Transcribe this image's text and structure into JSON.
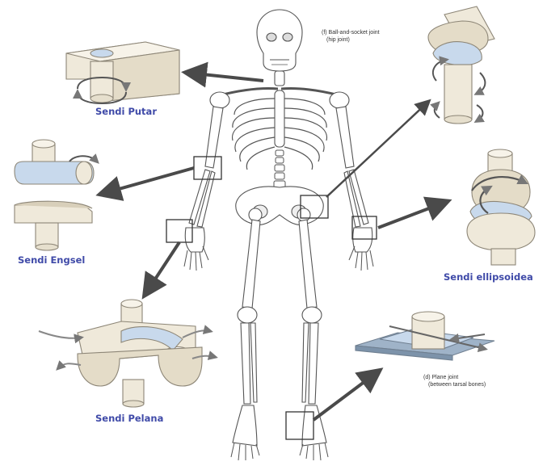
{
  "labels": {
    "pivot": "Sendi Putar",
    "hinge": "Sendi Engsel",
    "saddle": "Sendi Pelana",
    "ellipsoid": "Sendi ellipsoidea",
    "ball_socket_line1": "(f) Ball-and-socket joint",
    "ball_socket_line2": "(hip joint)",
    "plane_line1": "(d) Plane joint",
    "plane_line2": "(between tarsal bones)"
  },
  "colors": {
    "label_text": "#3f4aa8",
    "bone_fill": "#efe9da",
    "bone_stroke": "#8d8677",
    "cartilage": "#c8d9ec",
    "arrow": "#4a4a4a",
    "plane_plate": "#9fb3c8"
  }
}
